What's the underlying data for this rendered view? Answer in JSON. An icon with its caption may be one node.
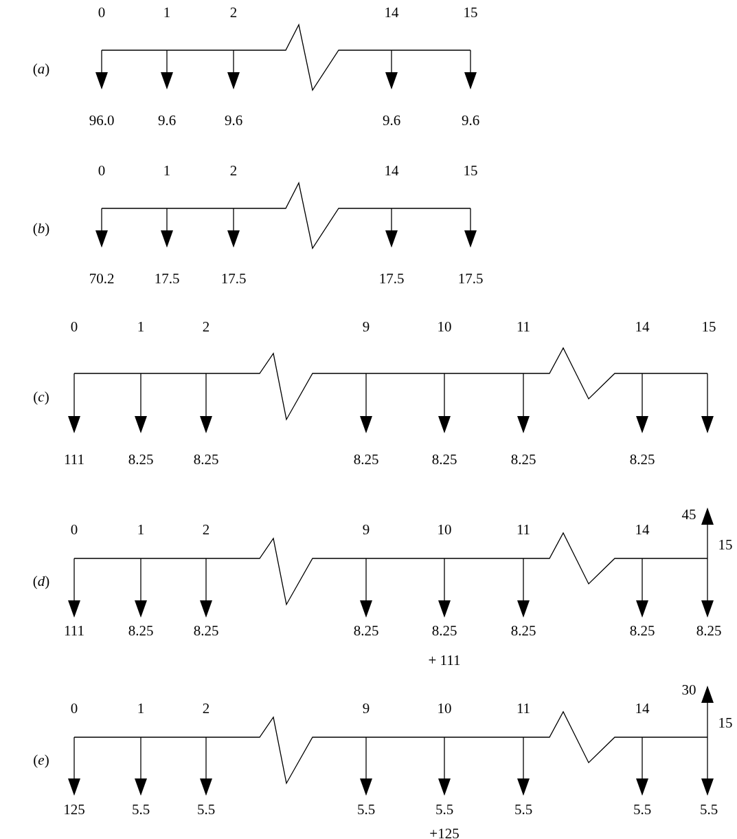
{
  "diagram": {
    "labels": [
      "0",
      "1",
      "2",
      "14",
      "15",
      "(*a*)",
      "96.0",
      "9.6",
      "9.6",
      "9.6",
      "9.6",
      "0",
      "1",
      "2",
      "14",
      "15",
      "(*b*)",
      "70.2",
      "17.5",
      "17.5",
      "17.5",
      "17.5",
      "0",
      "1",
      "2",
      "9",
      "10",
      "11",
      "14",
      "15",
      "(*c*)",
      "111",
      "8.25",
      "8.25",
      "8.25",
      "8.25",
      "8.25",
      "8.25",
      "45",
      "0",
      "1",
      "2",
      "9",
      "10",
      "11",
      "14",
      "15",
      "(*d*)",
      "111",
      "8.25",
      "8.25",
      "8.25",
      "8.25",
      "8.25",
      "8.25",
      "8.25",
      "+ 111",
      "30",
      "0",
      "1",
      "2",
      "9",
      "10",
      "11",
      "14",
      "15",
      "(*e*)",
      "125",
      "5.5",
      "5.5",
      "5.5",
      "5.5",
      "5.5",
      "5.5",
      "5.5",
      "+125"
    ]
  }
}
